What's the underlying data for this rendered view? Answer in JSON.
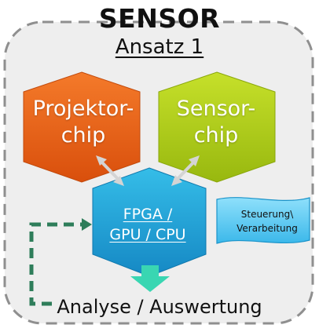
{
  "heading": {
    "title": "SENSOR",
    "subtitle": "Ansatz 1"
  },
  "nodes": {
    "projector": {
      "line1": "Projektor-",
      "line2": "chip",
      "color": "#e8641a"
    },
    "sensor": {
      "line1": "Sensor-",
      "line2": "chip",
      "color": "#b5d11a"
    },
    "fpga": {
      "line1": "FPGA /",
      "line2": "GPU / CPU",
      "color": "#1fa9d6"
    }
  },
  "note": {
    "line1": "Steuerung\\",
    "line2": "Verarbeitung",
    "color": "#5cc8ef"
  },
  "footer": {
    "text": "Analyse / Auswertung"
  },
  "colors": {
    "frame_border": "#8f8f8f",
    "frame_fill": "#eeeeee",
    "feedback_arrow": "#2e7d5a",
    "output_arrow": "#39d6b2",
    "connector_arrow": "#d9d9d9"
  }
}
